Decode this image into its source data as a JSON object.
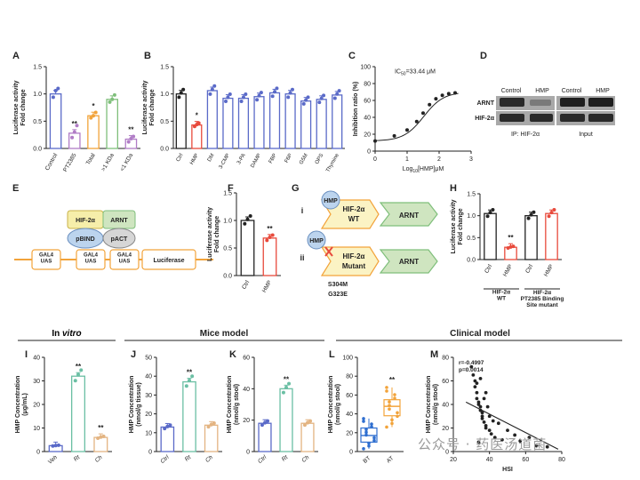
{
  "panel_letters": {
    "A": "A",
    "B": "B",
    "C": "C",
    "D": "D",
    "E": "E",
    "F": "F",
    "G": "G",
    "H": "H",
    "I": "I",
    "J": "J",
    "K": "K",
    "L": "L",
    "M": "M"
  },
  "section_titles": {
    "in_vitro_prefix": "In ",
    "in_vitro_italic": "vitro",
    "mice": "Mice model",
    "clinical": "Clinical model"
  },
  "colors": {
    "blue": "#5a6ac8",
    "purple": "#b07cc6",
    "orange": "#f2a33a",
    "green": "#7fbf7b",
    "red": "#e84a3c",
    "black": "#222222",
    "teal": "#6bbfa4",
    "tan": "#e3b482",
    "lblue": "#2f6fd0"
  },
  "chart_data": [
    {
      "panel": "A",
      "type": "bar",
      "ylabel": "Luciferase activity\nFold change",
      "ylim": [
        0,
        1.5
      ],
      "yticks": [
        "0.0",
        "0.5",
        "1.0",
        "1.5"
      ],
      "categories": [
        "Control",
        "PT2385",
        "Total",
        ">1 KDa",
        "<1 KDa"
      ],
      "values": [
        1.0,
        0.28,
        0.6,
        0.9,
        0.17
      ],
      "sig": [
        "",
        "**",
        "*",
        "",
        "**"
      ],
      "points": [
        [
          0.94,
          1.06,
          1.1
        ],
        [
          0.2,
          0.3,
          0.42
        ],
        [
          0.56,
          0.6,
          0.66
        ],
        [
          0.85,
          0.9,
          0.98
        ],
        [
          0.12,
          0.18,
          0.22
        ]
      ]
    },
    {
      "panel": "B",
      "type": "bar",
      "ylabel": "Luciferase activity\nFold change",
      "ylim": [
        0,
        1.5
      ],
      "yticks": [
        "0.0",
        "0.5",
        "1.0",
        "1.5"
      ],
      "categories": [
        "Ctrl",
        "HMP",
        "DM",
        "3-CMP",
        "3-PA",
        "DAMP",
        "FBP",
        "F6P",
        "G5M",
        "OPS",
        "Thymine"
      ],
      "values": [
        1.0,
        0.43,
        1.06,
        0.92,
        0.92,
        0.95,
        1.02,
        1.0,
        0.87,
        0.9,
        0.98
      ],
      "sig": [
        "",
        "*",
        "",
        "",
        "",
        "",
        "",
        "",
        "",
        "",
        ""
      ]
    },
    {
      "panel": "C",
      "type": "scatter",
      "ylabel": "Inhibition ratio (%)",
      "xlabel_pre": "Log",
      "xlabel_sub": "10",
      "xlabel_post": "[HMP]μM",
      "annotation_pre": "IC",
      "annotation_sub": "50",
      "annotation_post": "=33.44 μM",
      "xlim": [
        0,
        3
      ],
      "ylim": [
        0,
        100
      ],
      "xticks": [
        "0",
        "1",
        "2",
        "3"
      ],
      "yticks": [
        "0",
        "20",
        "40",
        "60",
        "80",
        "100"
      ],
      "x": [
        0.0,
        0.6,
        1.0,
        1.3,
        1.5,
        1.7,
        1.9,
        2.1,
        2.3,
        2.5
      ],
      "y": [
        12,
        18,
        25,
        35,
        45,
        55,
        62,
        66,
        68,
        69
      ]
    },
    {
      "panel": "F",
      "type": "bar",
      "ylabel": "Luciferase activity\nFold change",
      "ylim": [
        0,
        1.5
      ],
      "yticks": [
        "0.0",
        "0.5",
        "1.0",
        "1.5"
      ],
      "categories": [
        "Ctrl",
        "HMP"
      ],
      "values": [
        1.0,
        0.68
      ],
      "sig": [
        "",
        "**"
      ]
    },
    {
      "panel": "H",
      "type": "bar",
      "ylabel": "Luciferase activity\nFold change",
      "ylim": [
        0,
        1.5
      ],
      "yticks": [
        "0.0",
        "0.5",
        "1.0",
        "1.5"
      ],
      "categories": [
        "Ctrl",
        "HMP",
        "Ctrl",
        "HMP"
      ],
      "values": [
        1.05,
        0.28,
        1.0,
        1.05
      ],
      "sig": [
        "",
        "**",
        "",
        ""
      ],
      "groups": [
        "HIF-2α\nWT",
        "HIF-2α\nPT2385 Binding\nSite mutant"
      ]
    },
    {
      "panel": "I",
      "type": "bar",
      "ylabel": "HMP Concentration\n(μg/mL)",
      "ylim": [
        0,
        40
      ],
      "yticks": [
        "0",
        "10",
        "20",
        "30",
        "40"
      ],
      "categories": [
        "Veh",
        "Rt",
        "Ch"
      ],
      "values": [
        2.5,
        32,
        6
      ],
      "sig": [
        "",
        "**",
        "**"
      ]
    },
    {
      "panel": "J",
      "type": "bar",
      "ylabel": "HMP Concentration\n(nmol/g tissue)",
      "ylim": [
        0,
        50
      ],
      "yticks": [
        "0",
        "10",
        "20",
        "30",
        "40",
        "50"
      ],
      "categories": [
        "Ctrl",
        "Rt",
        "Ch"
      ],
      "values": [
        13,
        37,
        14
      ],
      "sig": [
        "",
        "**",
        ""
      ]
    },
    {
      "panel": "K",
      "type": "bar",
      "ylabel": "HMP Concentration\n(nmol/g stool)",
      "ylim": [
        0,
        60
      ],
      "yticks": [
        "0",
        "20",
        "40",
        "60"
      ],
      "categories": [
        "Ctrl",
        "Rt",
        "Ch"
      ],
      "values": [
        18,
        40,
        18
      ],
      "sig": [
        "",
        "**",
        ""
      ]
    },
    {
      "panel": "L",
      "type": "box",
      "ylabel": "HMP Concentration\n(nmol/g stool)",
      "ylim": [
        0,
        100
      ],
      "yticks": [
        "0",
        "20",
        "40",
        "60",
        "80",
        "100"
      ],
      "categories": [
        "BT",
        "AT"
      ],
      "medians": [
        17,
        48
      ],
      "q1": [
        10,
        38
      ],
      "q3": [
        25,
        55
      ],
      "whisker_low": [
        3,
        26
      ],
      "whisker_high": [
        35,
        68
      ],
      "sig": [
        "",
        "**"
      ]
    },
    {
      "panel": "M",
      "type": "scatter",
      "ylabel": "HMP Concentration\n(nmol/g stool)",
      "xlabel": "HSI",
      "ylim": [
        0,
        80
      ],
      "xlim": [
        20,
        80
      ],
      "yticks": [
        "0",
        "20",
        "40",
        "60",
        "80"
      ],
      "xticks": [
        "20",
        "40",
        "60",
        "80"
      ],
      "stats_r": "r=-0.4997",
      "stats_p": "p=0.0014",
      "x": [
        30,
        31,
        32,
        32,
        33,
        33,
        34,
        34,
        35,
        35,
        36,
        36,
        36,
        37,
        37,
        38,
        38,
        39,
        40,
        40,
        41,
        42,
        43,
        45,
        47,
        50,
        54,
        57,
        62,
        66,
        72,
        33,
        35,
        38,
        34
      ],
      "y": [
        72,
        65,
        60,
        55,
        50,
        45,
        42,
        40,
        38,
        35,
        33,
        30,
        28,
        45,
        25,
        22,
        20,
        38,
        18,
        30,
        15,
        26,
        12,
        24,
        10,
        18,
        14,
        9,
        12,
        5,
        4,
        58,
        62,
        50,
        8
      ]
    }
  ],
  "panel_D": {
    "col_labels": [
      "Control",
      "HMP",
      "Control",
      "HMP"
    ],
    "row_labels": [
      "ARNT",
      "HIF-2α"
    ],
    "group_labels": [
      "IP: HIF-2α",
      "Input"
    ]
  },
  "panel_E": {
    "hif": "HIF-2α",
    "arnt": "ARNT",
    "pbind": "pBIND",
    "pact": "pACT",
    "gal4": "GAL4\nUAS",
    "luciferase": "Luciferase"
  },
  "panel_G": {
    "i": "i",
    "ii": "ii",
    "hmp": "HMP",
    "wt_name": "HIF-2α",
    "wt_sub": "WT",
    "mut_name": "HIF-2α",
    "mut_sub": "Mutant",
    "arnt": "ARNT",
    "mut1": "S304M",
    "mut2": "G323E"
  },
  "watermark": "公众号 · 药医汤道菌"
}
